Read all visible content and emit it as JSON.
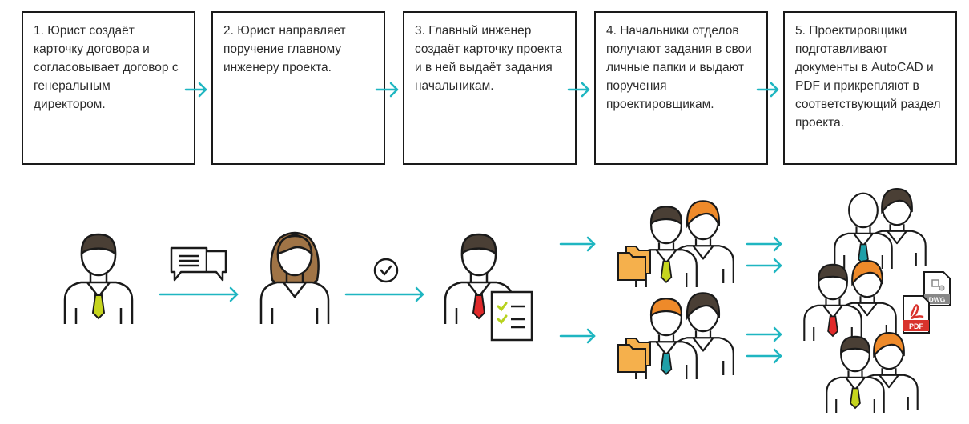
{
  "steps": [
    {
      "text": "1. Юрист создаёт карточку договора и согласовывает договор с генеральным директором."
    },
    {
      "text": "2. Юрист направляет поручение главному инженеру проекта."
    },
    {
      "text": "3. Главный инженер создаёт карточку проекта и в ней выдаёт задания начальникам."
    },
    {
      "text": "4. Начальники отделов получают задания в свои личные папки и выдают поручения проектировщикам."
    },
    {
      "text": "5. Проектировщики подготавливают документы в AutoCAD и PDF и прикрепляют в соответствующий раздел проекта."
    }
  ],
  "file_badges": {
    "dwg": "DWG",
    "pdf": "PDF"
  },
  "colors": {
    "accent": "#1fb6c1",
    "skin": "#ffffff",
    "dark_hair": "#4a3f35",
    "brown_hair": "#a07446",
    "orange_hair": "#ee8a2a",
    "folder": "#f5b04c",
    "tie_yellow": "#c6d51e",
    "tie_red": "#e0292a",
    "tie_teal": "#1f9fa8",
    "check_green": "#b7d21e",
    "pdf_red": "#d9322c"
  }
}
